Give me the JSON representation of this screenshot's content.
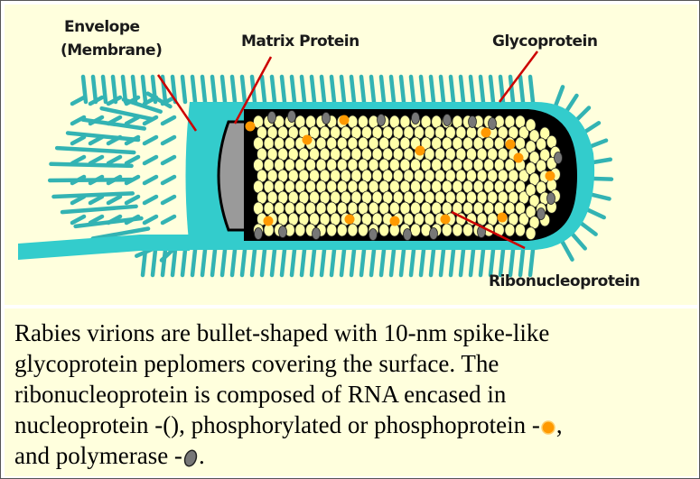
{
  "figure": {
    "labels": {
      "envelope_line1": "Envelope",
      "envelope_line2": "(Membrane)",
      "matrix_protein": "Matrix Protein",
      "glycoprotein": "Glycoprotein",
      "ribonucleoprotein": "Ribonucleoprotein"
    },
    "colors": {
      "background": "#ffffdd",
      "envelope_teal": "#33cccc",
      "glycoprotein_spikes": "#33b3b3",
      "matrix_gray": "#9a9a9a",
      "core_black": "#000000",
      "nucleoprotein_yellow": "#ffffaa",
      "phosphoprotein_orange": "#ff9900",
      "polymerase_gray": "#777777",
      "pointer_red": "#cc0000"
    }
  },
  "caption": {
    "line1": "Rabies virions are bullet-shaped with 10-nm spike-like",
    "line2": "glycoprotein peplomers covering the surface. The",
    "line3": "ribonucleoprotein is composed of RNA encased in",
    "line4_before": "nucleoprotein -(), phosphorylated or phosphoprotein -",
    "line4_after": ",",
    "line5_before": "and polymerase -",
    "line5_after": ".",
    "icons": [
      "orange-dot-icon",
      "gray-polymerase-icon"
    ]
  }
}
